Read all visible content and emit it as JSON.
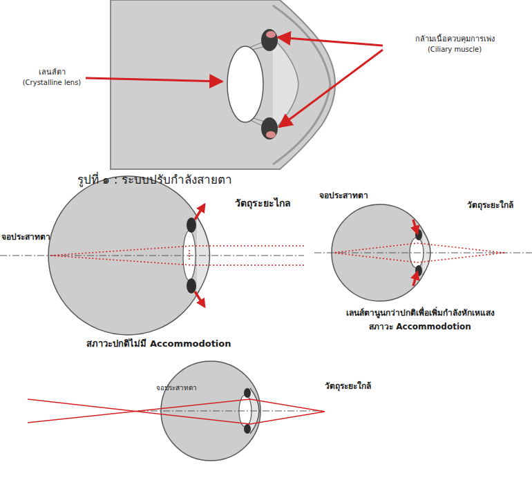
{
  "diagram": {
    "caption": "รูปที่ ๑ : ระบบปรับกำลังสายตา",
    "labels": [
      "เลนส์ตา",
      "(Crystalline lens)",
      "กล้ามเนื้อควบคุมการเพ่ง",
      "(Ciliary muscle)",
      "จอประสาทตา",
      "วัตถุระยะไกล",
      "สภาวะปกติไม่มี Accommodotion",
      "จอประสาทตา",
      "วัตถุระยะใกล้",
      "เลนส์ตานูนกว่าปกติเพื่อเพิ่มกำลังหักเหแสง",
      "สภาวะ Accommodotion",
      "จอประสาทตา",
      "วัตถุระยะใกล้"
    ]
  }
}
